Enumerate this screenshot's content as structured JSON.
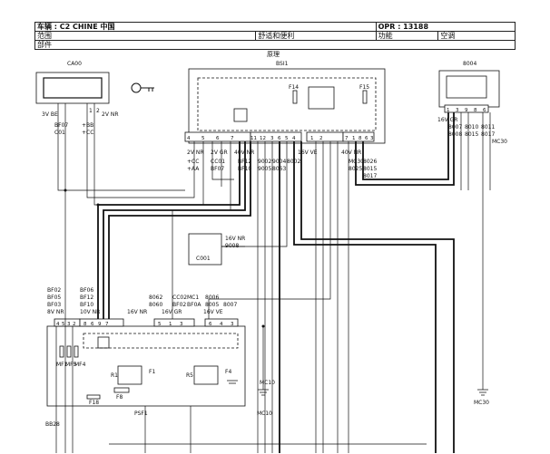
{
  "header": {
    "vehicle": "车辆 : C2 CHINE 中国",
    "opr": "OPR : 13188",
    "category": "范围",
    "section": "舒适和便利",
    "function_label": "功能",
    "function_value": "空调",
    "part_label": "部件"
  },
  "diagram": {
    "principle": "原理",
    "components": {
      "ca00": "CA00",
      "bsi1": "BSI1",
      "8004": "8004",
      "c001": "C001",
      "psf1": "PSF1",
      "mc10": "MC10",
      "mc30": "MC30"
    },
    "fuses": {
      "f14": "F14",
      "f15": "F15",
      "f4": "F4",
      "f1": "F1",
      "f8": "F8",
      "f18": "F18"
    },
    "relays": {
      "r1": "R1",
      "r5": "R5"
    },
    "fuse_labels": {
      "mf1": "MF1",
      "mf5": "MF5",
      "mf4": "MF4"
    },
    "connectors": {
      "ca00_left": "3V BE",
      "ca00_right": "2V NR",
      "bsi_a": "2V NR",
      "bsi_b": "2V GR",
      "bsi_c": "40V NR",
      "bsi_d": "16V VE",
      "bsi_e": "40V NR",
      "c001_conn": "16V NR",
      "8004_conn": "16V GR",
      "psf_a": "8V NR",
      "psf_b": "10V NR",
      "psf_c": "16V NR",
      "psf_d": "16V GR",
      "psf_e": "16V VE"
    },
    "wires": {
      "ca00": [
        "BF07",
        "C01",
        "+BB",
        "+CC"
      ],
      "bsi_left": [
        "+CC",
        "+AA",
        "CC01",
        "BF07"
      ],
      "bsi_mid": [
        "BF12",
        "BF10",
        "9002",
        "9005",
        "9004",
        "8063",
        "8002"
      ],
      "bsi_right": [
        "MC30",
        "8025",
        "8026",
        "8015",
        "8017"
      ],
      "c001": [
        "9008"
      ],
      "8004": [
        "8007",
        "8008",
        "8010",
        "8015",
        "8011",
        "8017",
        "MC30"
      ],
      "psf_left": [
        "BF03",
        "BF05",
        "BF02",
        "BF10",
        "BF12",
        "BF06"
      ],
      "psf_mid": [
        "8060",
        "8062",
        "BF02",
        "CC02",
        "BF0A",
        "MC1"
      ],
      "psf_right": [
        "8005",
        "8006",
        "8007",
        "MC10"
      ],
      "ground": [
        "BB28"
      ]
    },
    "pins": {
      "ca00": [
        "1",
        "2"
      ],
      "bsi_left": [
        "4",
        "5",
        "6",
        "7"
      ],
      "bsi_mid": [
        "11",
        "12",
        "3",
        "6",
        "5",
        "4",
        "1",
        "2"
      ],
      "bsi_right": [
        "7",
        "1",
        "8",
        "6",
        "3"
      ],
      "8004": [
        "1",
        "3",
        "9",
        "8",
        "6"
      ],
      "psf_left": [
        "4",
        "5",
        "3",
        "2"
      ],
      "psf_mid": [
        "8",
        "6",
        "9",
        "7",
        "5",
        "1",
        "3"
      ],
      "psf_right": [
        "6",
        "4",
        "3"
      ]
    }
  }
}
